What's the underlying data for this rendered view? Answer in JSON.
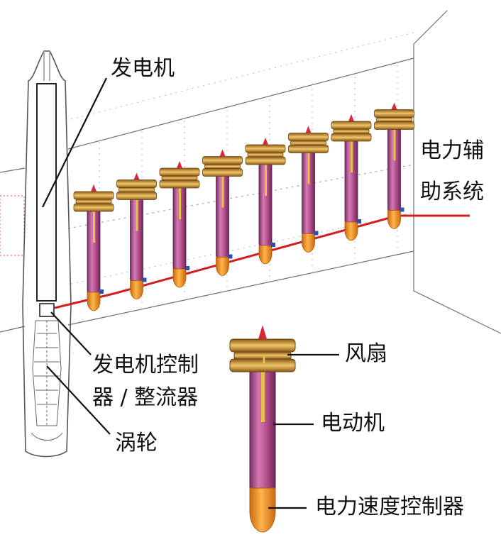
{
  "labels": {
    "generator": "发电机",
    "electric_aux_line1": "电力辅",
    "electric_aux_line2": "助系统",
    "controller_line1": "发电机控制",
    "controller_line2": "器 / 整流器",
    "turbine": "涡轮",
    "fan": "风扇",
    "motor": "电动机",
    "speed_controller": "电力速度控制器"
  },
  "colors": {
    "cable": "#d21e1e",
    "motor_body": "#b4508c",
    "fan": "#c99a3a",
    "tail_cone": "#f0962a",
    "nose_tip": "#d8283a",
    "outline": "#777777"
  },
  "fan_unit_count": 8
}
